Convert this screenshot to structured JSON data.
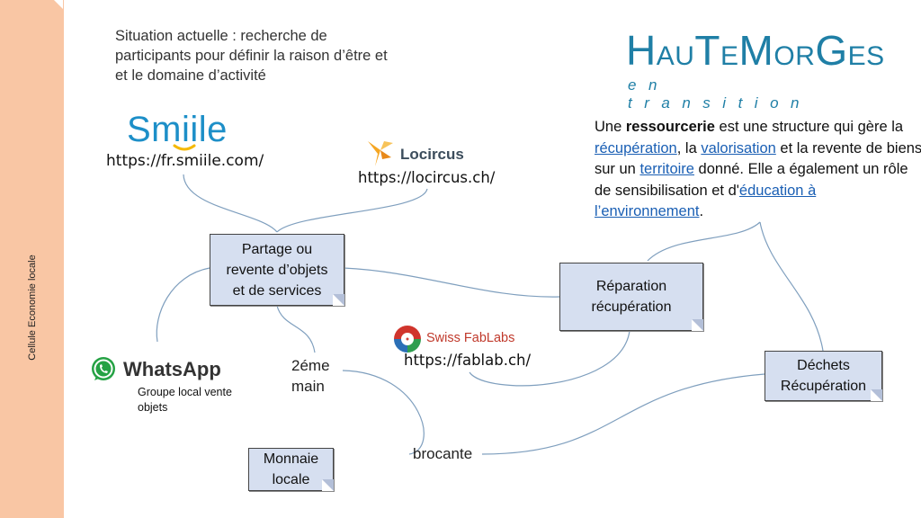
{
  "sidebar": {
    "label": "Cellule Economie locale",
    "color": "#f9c6a4"
  },
  "intro": {
    "line1": "Situation actuelle : recherche de",
    "line2": "participants pour définir la raison d’être et",
    "line3": "et le domaine d’activité"
  },
  "logo": {
    "title_parts": [
      "H",
      "AU",
      "T",
      "E",
      "M",
      "OR",
      "G",
      "ES"
    ],
    "subtitle": "en transition",
    "color": "#1f7fa6"
  },
  "definition": {
    "t1": "Une ",
    "b1": "ressourcerie",
    "t2": " est une structure qui gère la ",
    "l1": "récupération",
    "t3": ", la ",
    "l2": "valorisation",
    "t4": " et la revente de biens sur un ",
    "l3": "territoire",
    "t5": " donné. Elle a également un rôle de sensibilisation et d'",
    "l4": "éducation à l’environnement",
    "t6": "."
  },
  "nodes": {
    "partage": {
      "line1": "Partage ou",
      "line2": "revente d’objets",
      "line3": "et de services"
    },
    "reparation": {
      "line1": "Réparation",
      "line2": "récupération"
    },
    "dechets": {
      "line1": "Déchets",
      "line2": "Récupération"
    },
    "monnaie": {
      "line1": "Monnaie",
      "line2": "locale"
    },
    "second_hand": {
      "line1": "2éme",
      "line2": "main"
    },
    "brocante": "brocante",
    "note_color": "#d6dff0"
  },
  "references": {
    "smiile": {
      "logo_text": "Smiile",
      "url": "https://fr.smiile.com/",
      "color": "#1d8fc8"
    },
    "locircus": {
      "name": "Locircus",
      "url": "https://locircus.ch/",
      "icon": "locircus-logo-icon"
    },
    "whatsapp": {
      "name": "WhatsApp",
      "desc_line1": "Groupe local vente",
      "desc_line2": "objets",
      "icon": "whatsapp-icon",
      "color": "#25a244"
    },
    "fablab": {
      "name": "Swiss FabLabs",
      "url": "https://fablab.ch/",
      "icon": "fablab-logo-icon",
      "color": "#c0392b"
    }
  },
  "link_color": "#7f9fbe"
}
